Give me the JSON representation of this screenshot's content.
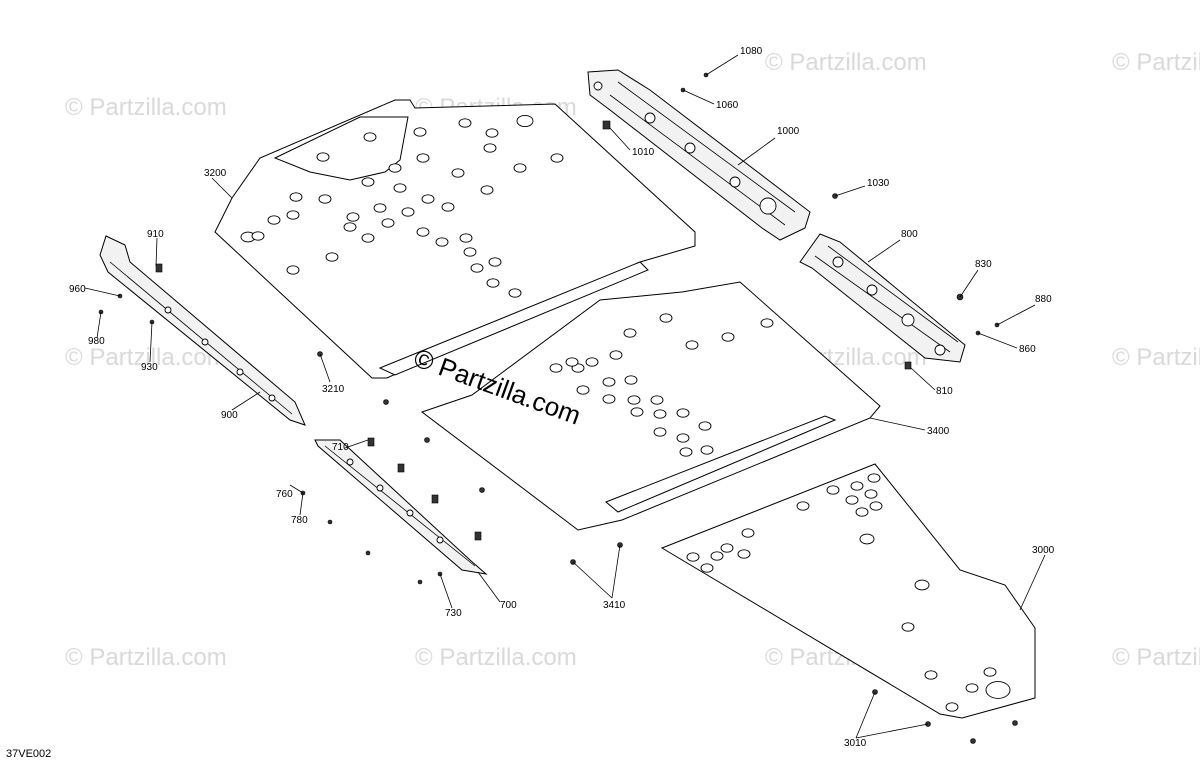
{
  "watermark": {
    "text": "© Partzilla.com"
  },
  "center_watermark": {
    "text": "© Partzilla.com"
  },
  "diagram_code": "37VE002",
  "callouts": {
    "c1080": "1080",
    "c1060": "1060",
    "c1010": "1010",
    "c1000": "1000",
    "c1030": "1030",
    "c800": "800",
    "c830": "830",
    "c880": "880",
    "c860": "860",
    "c810": "810",
    "c3200": "3200",
    "c3210": "3210",
    "c3400": "3400",
    "c3410": "3410",
    "c3000": "3000",
    "c3010": "3010",
    "c910": "910",
    "c960": "960",
    "c980": "980",
    "c930": "930",
    "c900": "900",
    "c710": "710",
    "c760": "760",
    "c780": "780",
    "c730": "730",
    "c700": "700"
  }
}
